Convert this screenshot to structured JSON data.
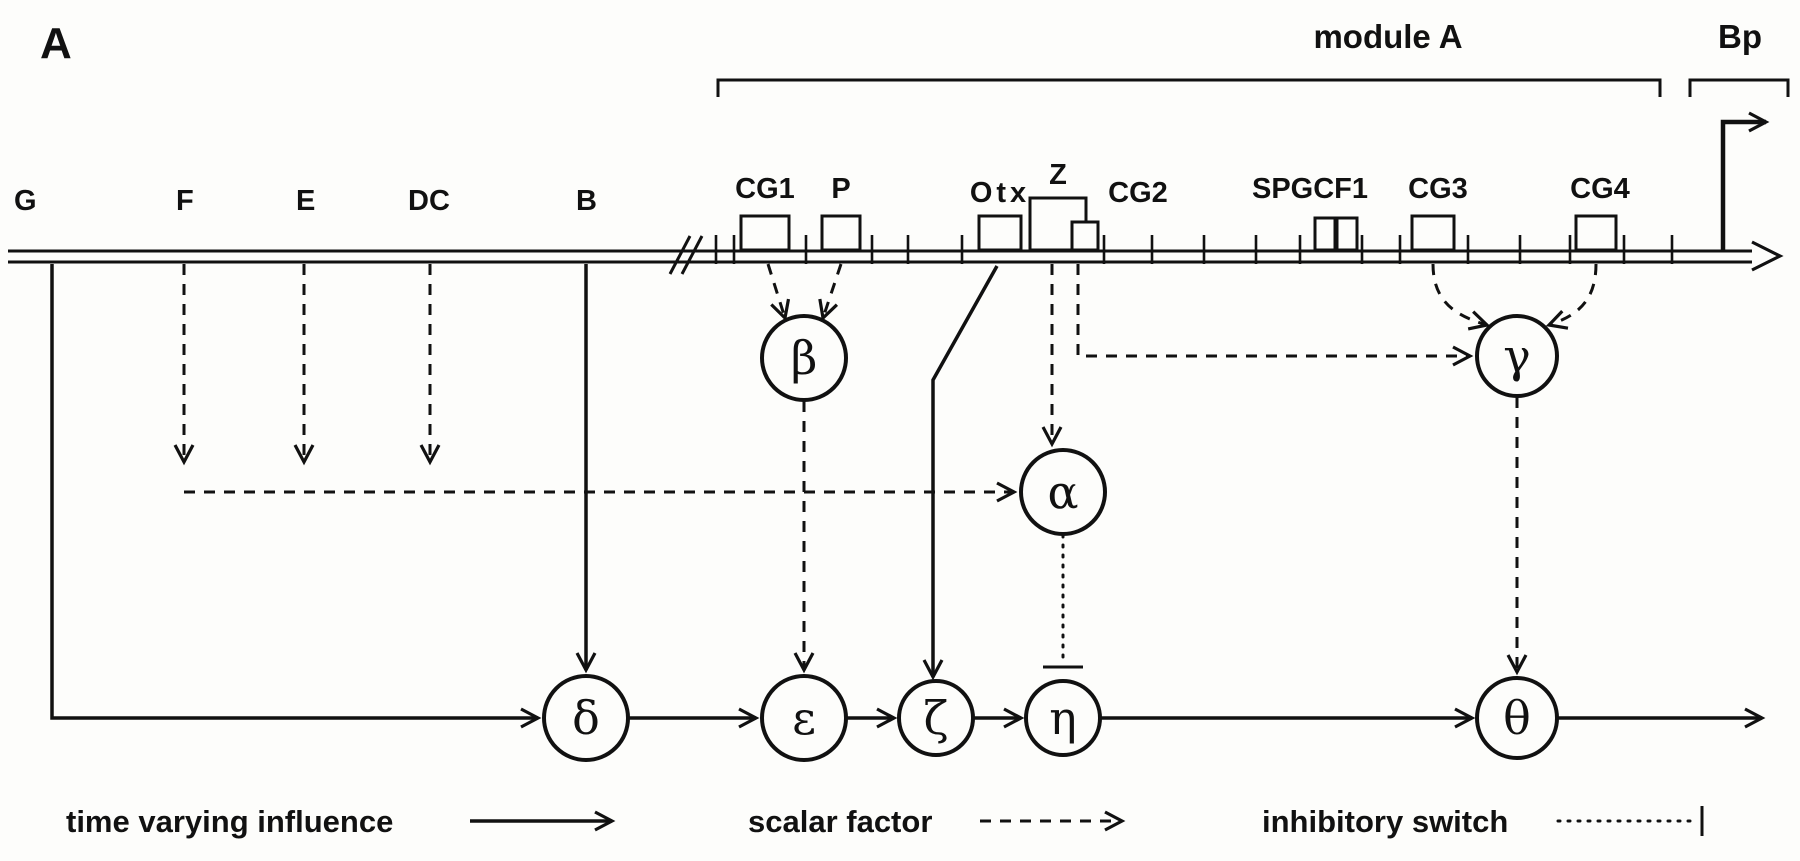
{
  "figure": {
    "panel_label": "A",
    "module_a_label": "module A",
    "bp_label": "Bp"
  },
  "dna_sites": {
    "g": "G",
    "f": "F",
    "e": "E",
    "dc": "DC",
    "b": "B",
    "cg1": "CG1",
    "p": "P",
    "otx": "Otx",
    "z": "Z",
    "cg2": "CG2",
    "spgcf1": "SPGCF1",
    "cg3": "CG3",
    "cg4": "CG4"
  },
  "logic_nodes": {
    "alpha": "α",
    "beta": "β",
    "gamma": "γ",
    "delta": "δ",
    "epsilon": "ε",
    "zeta": "ζ",
    "eta": "η",
    "theta": "θ"
  },
  "legend": {
    "time_varying_label": "time varying influence",
    "scalar_factor_label": "scalar factor",
    "inhibitory_switch_label": "inhibitory switch"
  },
  "colors": {
    "ink": "#111111",
    "paper": "#fdfdfb"
  }
}
